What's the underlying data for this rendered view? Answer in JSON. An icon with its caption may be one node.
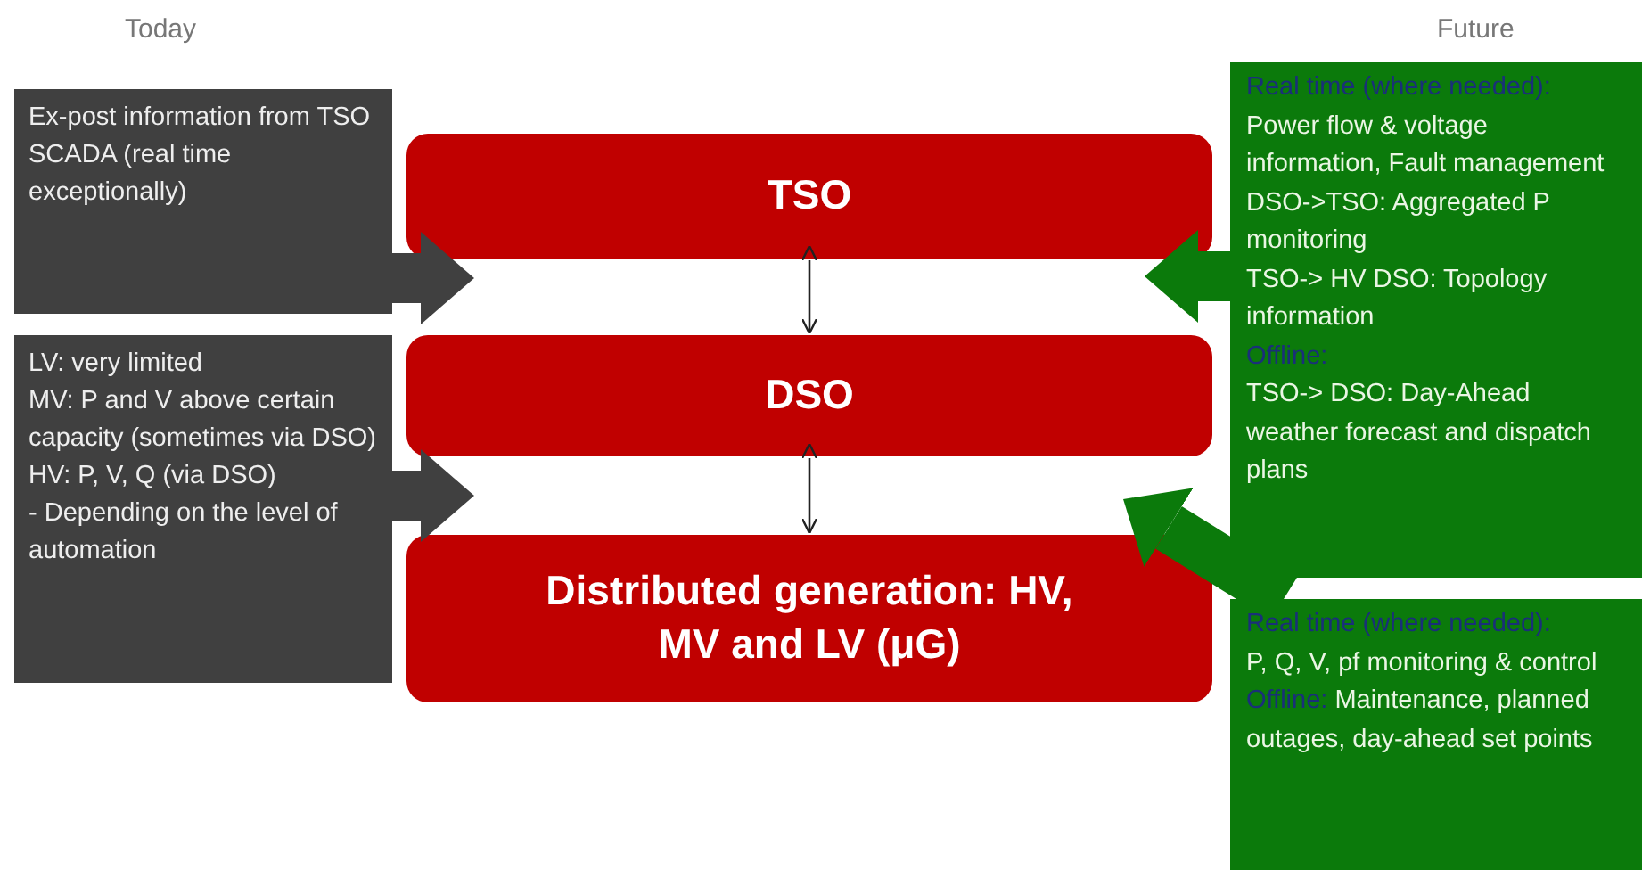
{
  "diagram": {
    "nodes": [
      {
        "text": [
          "TSO"
        ]
      },
      {
        "text": [
          "DSO"
        ]
      },
      {
        "text": [
          "Distributed generation: HV, MV and LV (μG)"
        ]
      },
      {
        "text": [
          "Ex-post information from TSO SCADA (real time exceptionally)"
        ]
      },
      {
        "text": [
          "LV: very limited",
          "MV: P and V above certain capacity (sometimes via DSO)",
          "HV: P, V, Q (via DSO)",
          "- Depending on the level of automation"
        ]
      },
      {
        "text": [
          "Real time (where needed):",
          "Power flow & voltage information, Fault management",
          "DSO->TSO: Aggregated P monitoring",
          "TSO-> HV DSO: Topology information",
          "Offline:",
          "TSO-> DSO: Day-Ahead weather forecast and dispatch plans"
        ]
      },
      {
        "text": [
          "Real time (where needed):",
          "P, Q, V, pf monitoring & control",
          "Offline:",
          "Maintenance, planned outages, day-ahead set points"
        ]
      }
    ],
    "edges": [
      {
        "from": 0,
        "to": 1,
        "arrow": "both"
      },
      {
        "from": 1,
        "to": 2,
        "arrow": "both"
      },
      {
        "from": 3,
        "to": 0,
        "arrow": "to",
        "color": "#404040"
      },
      {
        "from": 4,
        "to": 2,
        "arrow": "to",
        "color": "#404040"
      },
      {
        "from": 5,
        "to": 0,
        "arrow": "to",
        "color": "#0b7a0b"
      },
      {
        "from": 6,
        "to": 2,
        "arrow": "to",
        "color": "#0b7a0b"
      }
    ],
    "labels": [
      "Today",
      "Future"
    ]
  }
}
